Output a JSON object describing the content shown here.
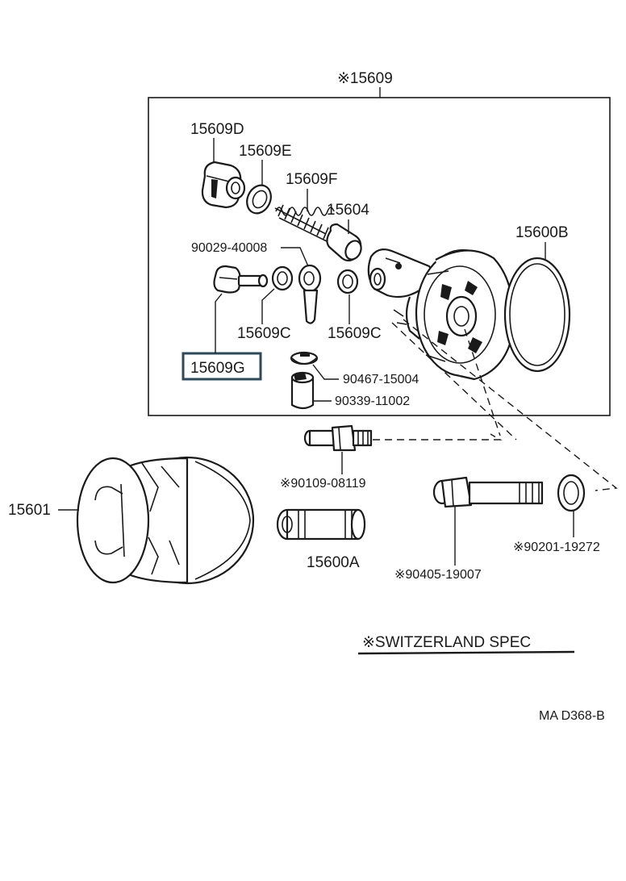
{
  "diagram": {
    "assembly_label": "※15609",
    "labels": {
      "p15609D": "15609D",
      "p15609E": "15609E",
      "p15609F": "15609F",
      "p15604": "15604",
      "p15600B": "15600B",
      "p90029": "90029-40008",
      "p15609C_left": "15609C",
      "p15609C_right": "15609C",
      "p15609G": "15609G",
      "p90467": "90467-15004",
      "p90339": "90339-11002",
      "p90109": "※90109-08119",
      "p15601": "15601",
      "p15600A": "15600A",
      "p90405": "※90405-19007",
      "p90201": "※90201-19272"
    },
    "spec_note": "※SWITZERLAND SPEC",
    "drawing_ref": "MA  D368-B"
  }
}
